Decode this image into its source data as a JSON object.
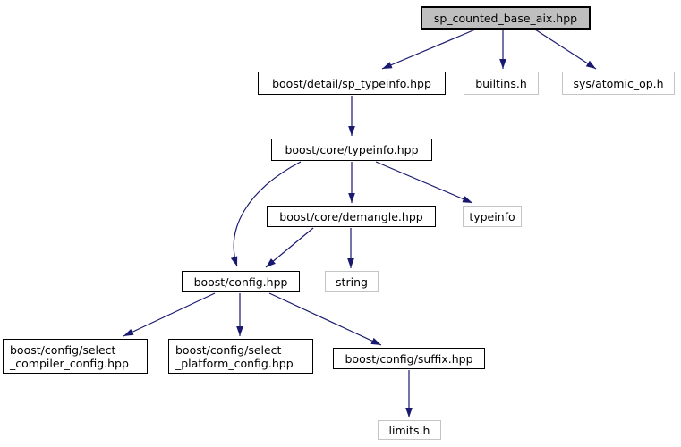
{
  "diagram": {
    "title": "sp_counted_base_aix.hpp include dependency graph",
    "edge_color": "#191970",
    "main_node_fill": "#bfbfbf",
    "external_border_color": "#c4c4c4",
    "nodes": [
      {
        "label": "sp_counted_base_aix.hpp",
        "kind": "main"
      },
      {
        "label": "boost/detail/sp_typeinfo.hpp",
        "kind": "internal"
      },
      {
        "label": "builtins.h",
        "kind": "external"
      },
      {
        "label": "sys/atomic_op.h",
        "kind": "external"
      },
      {
        "label": "boost/core/typeinfo.hpp",
        "kind": "internal"
      },
      {
        "label": "boost/core/demangle.hpp",
        "kind": "internal"
      },
      {
        "label": "typeinfo",
        "kind": "external"
      },
      {
        "label": "boost/config.hpp",
        "kind": "internal"
      },
      {
        "label": "string",
        "kind": "external"
      },
      {
        "label": "boost/config/select_compiler_config.hpp",
        "kind": "internal",
        "lines": [
          "boost/config/select",
          "_compiler_config.hpp"
        ]
      },
      {
        "label": "boost/config/select_platform_config.hpp",
        "kind": "internal",
        "lines": [
          "boost/config/select",
          "_platform_config.hpp"
        ]
      },
      {
        "label": "boost/config/suffix.hpp",
        "kind": "internal"
      },
      {
        "label": "limits.h",
        "kind": "external"
      }
    ],
    "edges": [
      {
        "from": "sp_counted_base_aix.hpp",
        "to": "boost/detail/sp_typeinfo.hpp"
      },
      {
        "from": "sp_counted_base_aix.hpp",
        "to": "builtins.h"
      },
      {
        "from": "sp_counted_base_aix.hpp",
        "to": "sys/atomic_op.h"
      },
      {
        "from": "boost/detail/sp_typeinfo.hpp",
        "to": "boost/core/typeinfo.hpp"
      },
      {
        "from": "boost/core/typeinfo.hpp",
        "to": "boost/core/demangle.hpp"
      },
      {
        "from": "boost/core/typeinfo.hpp",
        "to": "typeinfo"
      },
      {
        "from": "boost/core/typeinfo.hpp",
        "to": "boost/config.hpp"
      },
      {
        "from": "boost/core/demangle.hpp",
        "to": "boost/config.hpp"
      },
      {
        "from": "boost/core/demangle.hpp",
        "to": "string"
      },
      {
        "from": "boost/config.hpp",
        "to": "boost/config/select_compiler_config.hpp"
      },
      {
        "from": "boost/config.hpp",
        "to": "boost/config/select_platform_config.hpp"
      },
      {
        "from": "boost/config.hpp",
        "to": "boost/config/suffix.hpp"
      },
      {
        "from": "boost/config/suffix.hpp",
        "to": "limits.h"
      }
    ]
  }
}
